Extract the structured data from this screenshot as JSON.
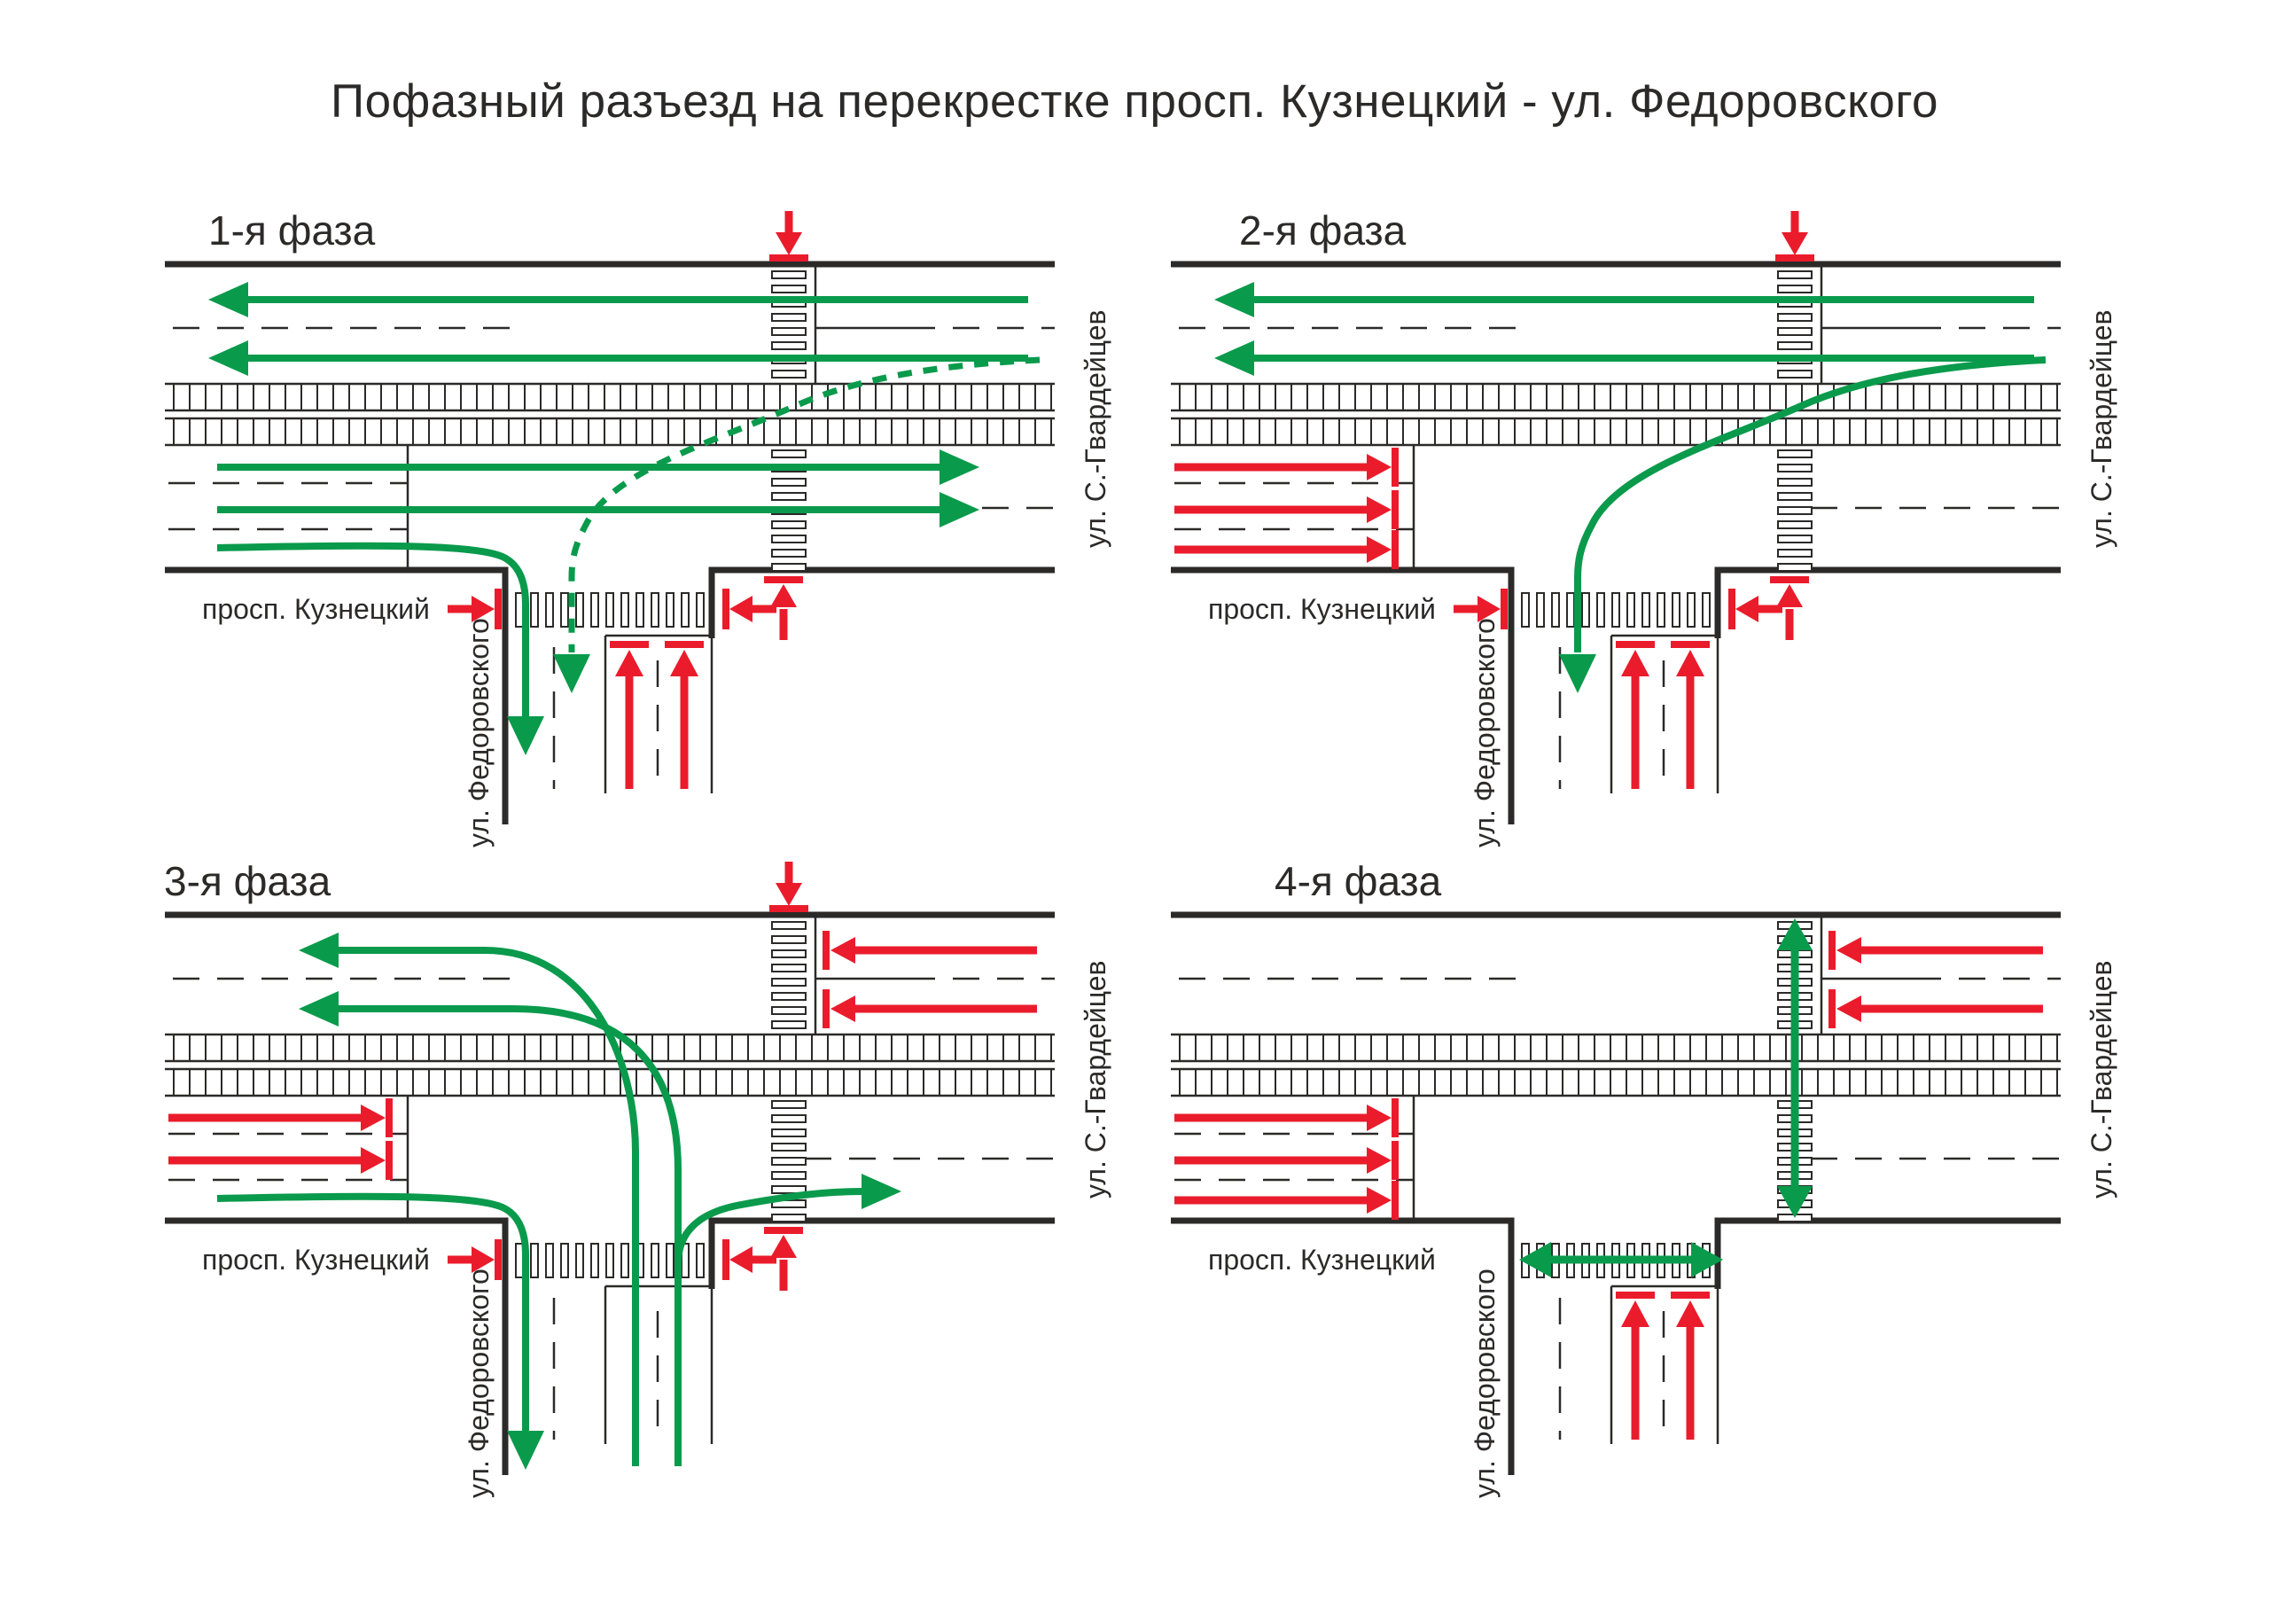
{
  "title": "Пофазный разъезд на перекрестке просп. Кузнецкий - ул. Федоровского",
  "colors": {
    "green": "#0a9a4c",
    "red": "#ea1c2c",
    "ink": "#2b2a29",
    "background": "#ffffff"
  },
  "streets": {
    "main": "просп. Кузнецкий",
    "side": "ул. Федоровского",
    "cross": "ул. С.-Гвардейцев"
  },
  "phases": [
    {
      "label": "1-я фаза",
      "green": [
        "westbound-through-lane1",
        "westbound-through-lane2",
        "eastbound-through-lane1",
        "eastbound-through-lane2",
        "eastbound-right-turn",
        "westbound-left-turn-permissive"
      ],
      "red": [
        "pedestrian-north-stop",
        "pedestrian-side-west-stop",
        "pedestrian-side-east-stop",
        "pedestrian-main-south-stop",
        "northbound-stop-lane1",
        "northbound-stop-lane2"
      ]
    },
    {
      "label": "2-я фаза",
      "green": [
        "westbound-through-lane1",
        "westbound-through-lane2",
        "westbound-left-turn"
      ],
      "red": [
        "eastbound-stop-lane1",
        "eastbound-stop-lane2",
        "eastbound-stop-lane3",
        "pedestrian-north-stop",
        "pedestrian-side-west-stop",
        "pedestrian-side-east-stop",
        "pedestrian-main-south-stop",
        "northbound-stop-lane1",
        "northbound-stop-lane2"
      ]
    },
    {
      "label": "3-я фаза",
      "green": [
        "southapproach-left-turn-lane1",
        "southapproach-left-turn-lane2",
        "southapproach-right-turn",
        "eastbound-right-turn-long"
      ],
      "red": [
        "westbound-stop-lane1",
        "westbound-stop-lane2",
        "eastbound-stop-lane1",
        "eastbound-stop-lane2",
        "pedestrian-north-stop",
        "pedestrian-side-west-stop",
        "pedestrian-side-east-stop",
        "pedestrian-main-south-stop"
      ]
    },
    {
      "label": "4-я фаза",
      "green": [
        "pedestrian-main-road-crossing",
        "pedestrian-side-street-crossing"
      ],
      "red": [
        "westbound-stop-lane1",
        "westbound-stop-lane2",
        "eastbound-stop-lane1",
        "eastbound-stop-lane2",
        "eastbound-stop-lane3",
        "northbound-stop-lane1",
        "northbound-stop-lane2"
      ]
    }
  ]
}
